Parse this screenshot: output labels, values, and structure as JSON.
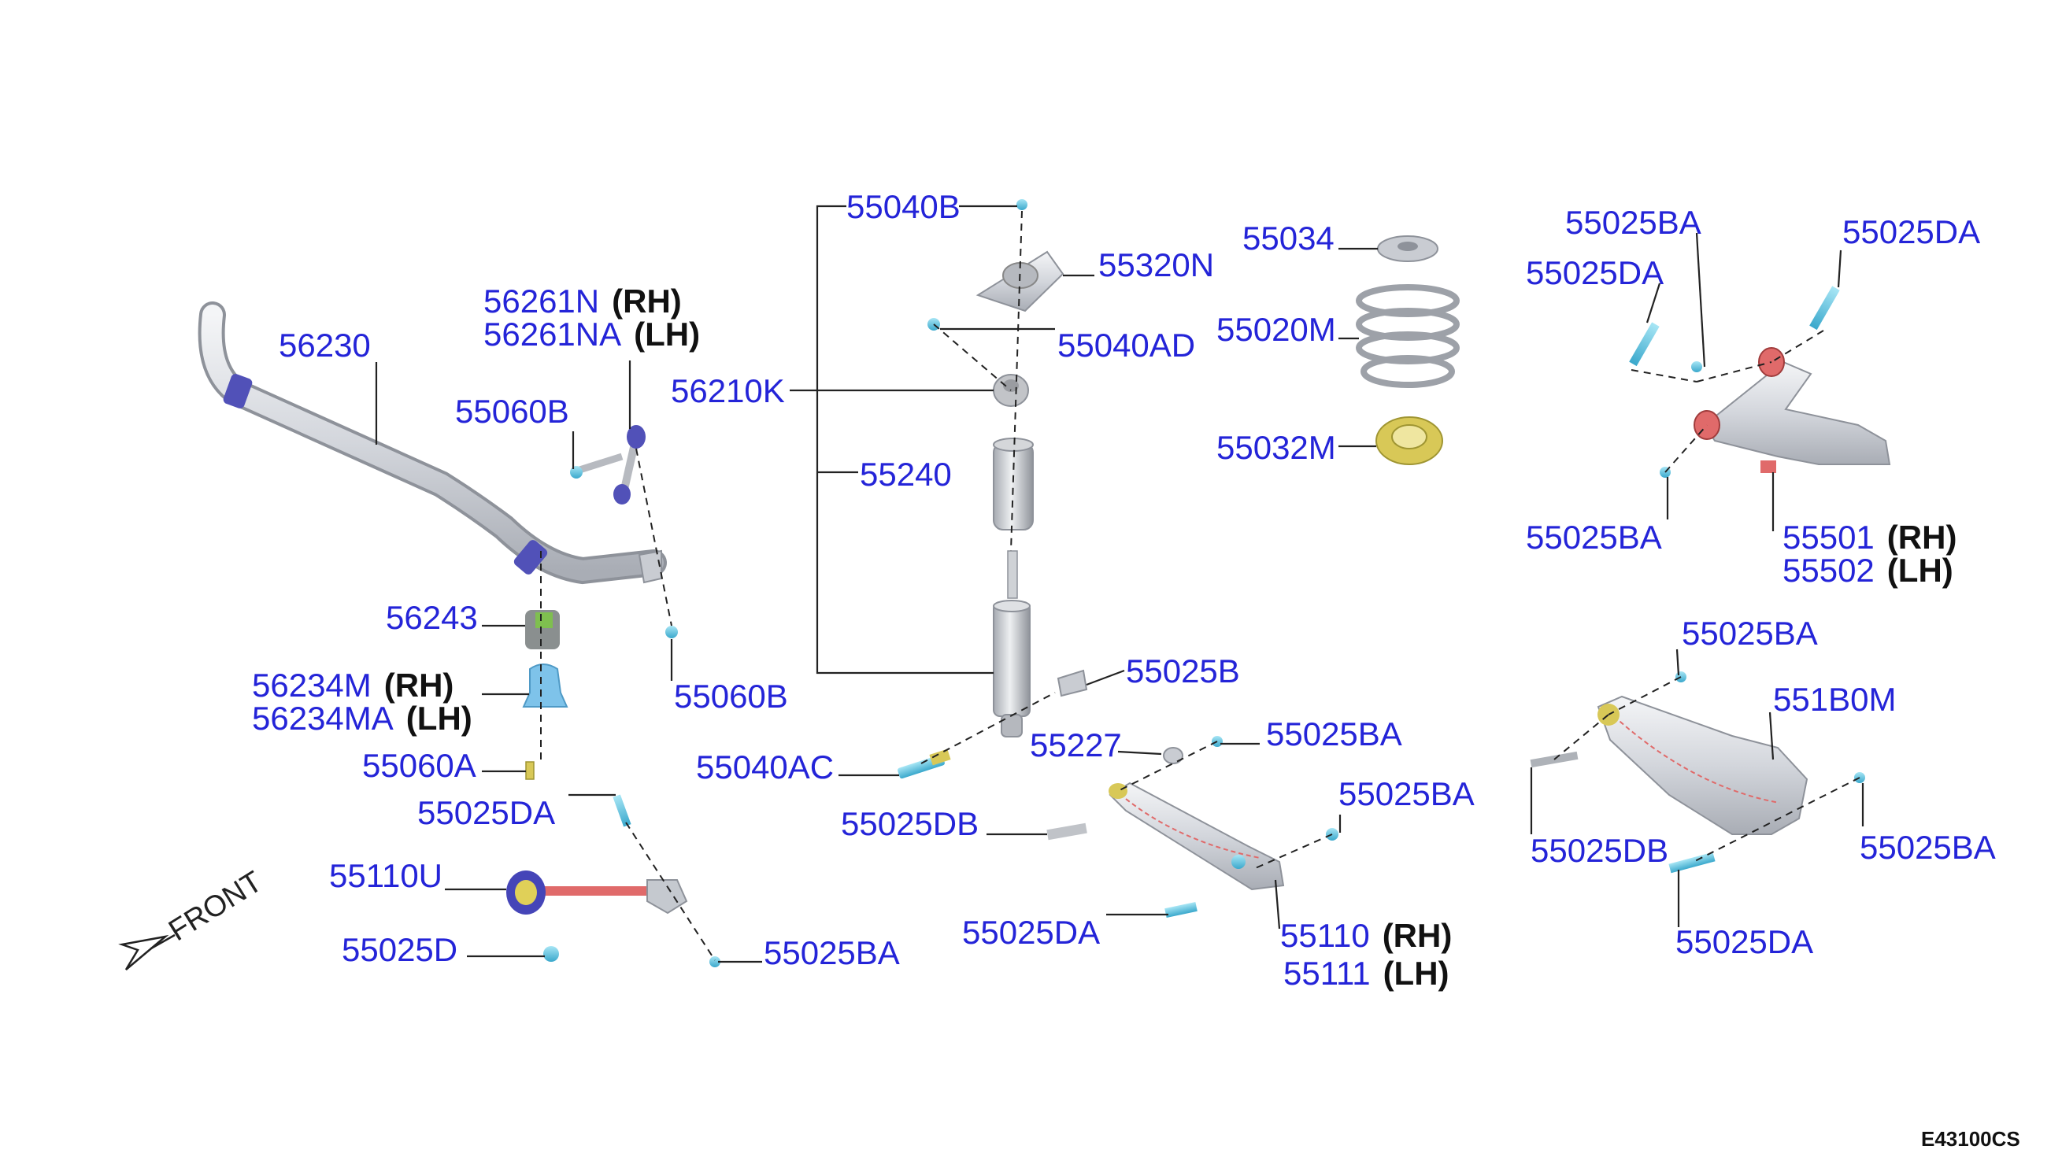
{
  "diagram_code": "E43100CS",
  "front_label": "FRONT",
  "colors": {
    "part_number": "#2424d8",
    "side_text": "#111111",
    "bushing": "#5151b8",
    "link_rod": "#e06a6a",
    "bolt": "#5fc8e4",
    "spring_seat": "#d8c857"
  },
  "callouts": [
    {
      "id": "56230",
      "part": "56230"
    },
    {
      "id": "56261n",
      "part": "56261N",
      "side": "(RH)"
    },
    {
      "id": "56261na",
      "part": "56261NA",
      "side": "(LH)"
    },
    {
      "id": "55060b-top",
      "part": "55060B"
    },
    {
      "id": "56243",
      "part": "56243"
    },
    {
      "id": "56234m",
      "part": "56234M",
      "side": "(RH)"
    },
    {
      "id": "56234ma",
      "part": "56234MA",
      "side": "(LH)"
    },
    {
      "id": "55060a",
      "part": "55060A"
    },
    {
      "id": "55060b-bottom",
      "part": "55060B"
    },
    {
      "id": "55025da-left",
      "part": "55025DA"
    },
    {
      "id": "55110u",
      "part": "55110U"
    },
    {
      "id": "55025d",
      "part": "55025D"
    },
    {
      "id": "55025ba-left",
      "part": "55025BA"
    },
    {
      "id": "55040b",
      "part": "55040B"
    },
    {
      "id": "55320n",
      "part": "55320N"
    },
    {
      "id": "55040ad",
      "part": "55040AD"
    },
    {
      "id": "56210k",
      "part": "56210K"
    },
    {
      "id": "55240",
      "part": "55240"
    },
    {
      "id": "55025b",
      "part": "55025B"
    },
    {
      "id": "55040ac",
      "part": "55040AC"
    },
    {
      "id": "55227",
      "part": "55227"
    },
    {
      "id": "55025ba-mid1",
      "part": "55025BA"
    },
    {
      "id": "55025db-mid",
      "part": "55025DB"
    },
    {
      "id": "55025ba-mid2",
      "part": "55025BA"
    },
    {
      "id": "55025da-mid",
      "part": "55025DA"
    },
    {
      "id": "55110",
      "part": "55110",
      "side": "(RH)"
    },
    {
      "id": "55111",
      "part": "55111",
      "side": "(LH)"
    },
    {
      "id": "55034",
      "part": "55034"
    },
    {
      "id": "55020m",
      "part": "55020M"
    },
    {
      "id": "55032m",
      "part": "55032M"
    },
    {
      "id": "55025ba-ua-top",
      "part": "55025BA"
    },
    {
      "id": "55025da-ua-left",
      "part": "55025DA"
    },
    {
      "id": "55025da-ua-right",
      "part": "55025DA"
    },
    {
      "id": "55025ba-ua-bottom",
      "part": "55025BA"
    },
    {
      "id": "55501",
      "part": "55501",
      "side": "(RH)"
    },
    {
      "id": "55502",
      "part": "55502",
      "side": "(LH)"
    },
    {
      "id": "55025ba-la-top",
      "part": "55025BA"
    },
    {
      "id": "551b0m",
      "part": "551B0M"
    },
    {
      "id": "55025db-la",
      "part": "55025DB"
    },
    {
      "id": "55025ba-la-right",
      "part": "55025BA"
    },
    {
      "id": "55025da-la",
      "part": "55025DA"
    }
  ]
}
